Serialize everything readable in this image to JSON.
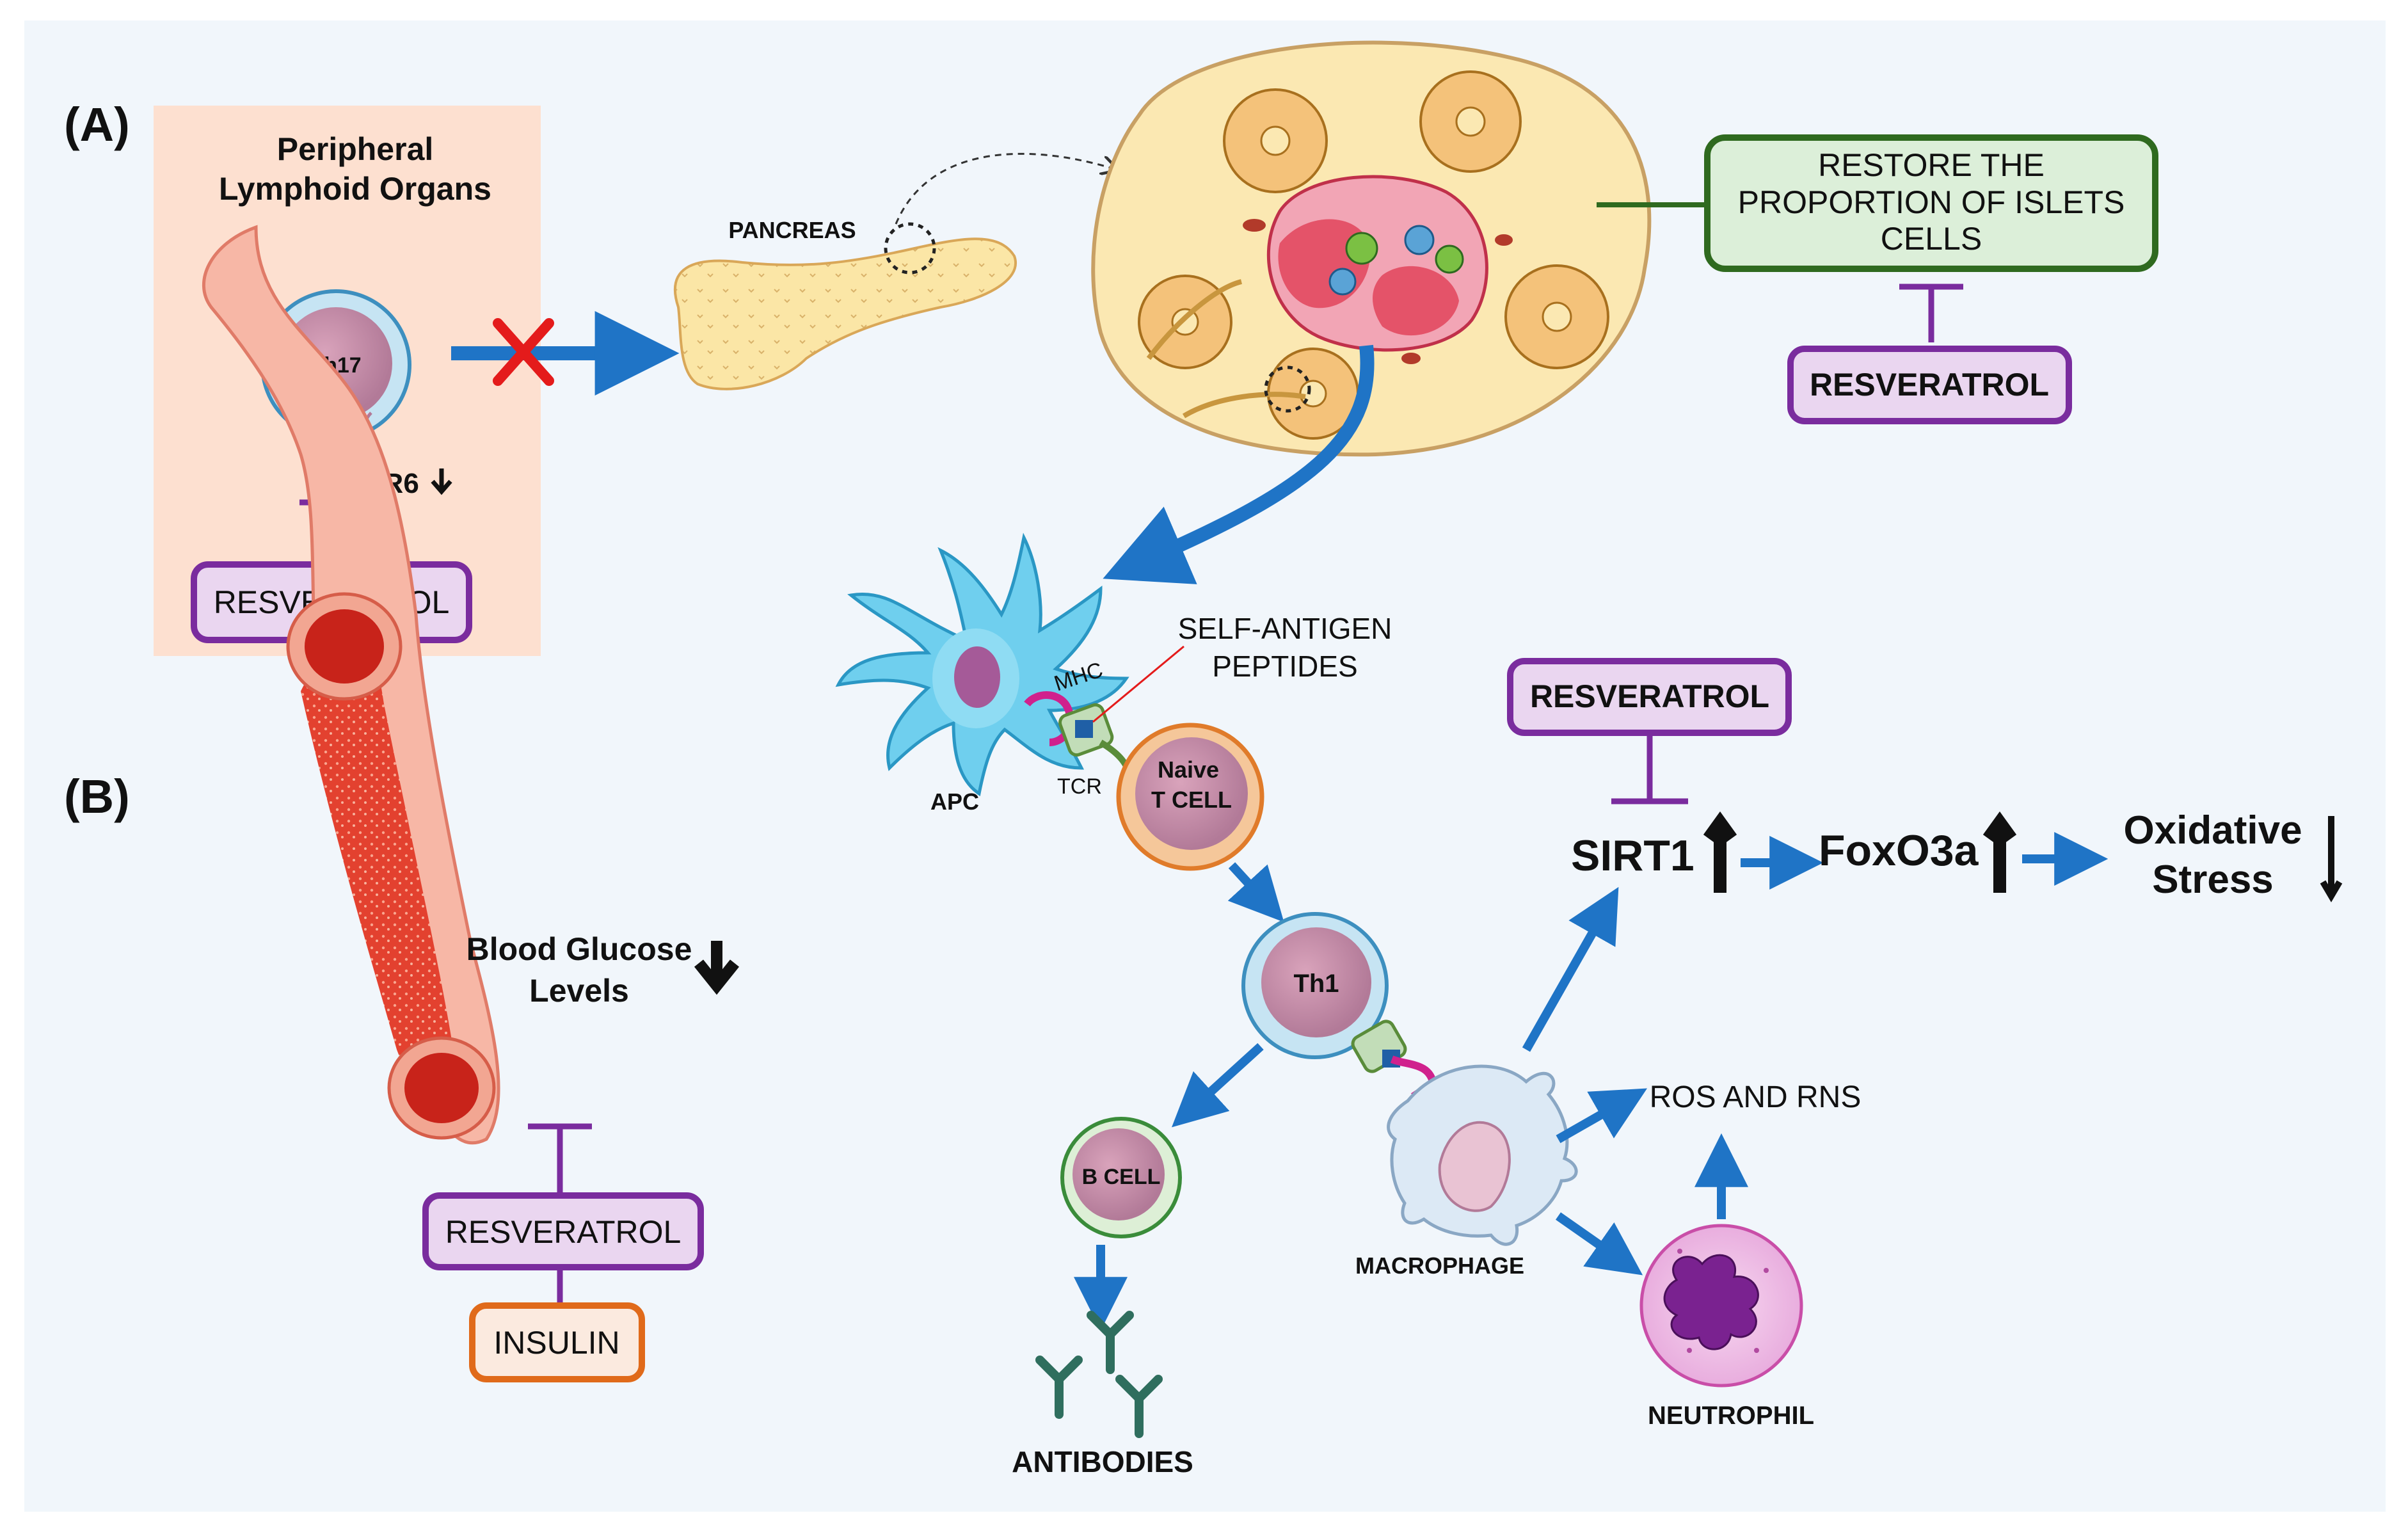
{
  "panel_labels": {
    "a": "(A)",
    "b": "(B)"
  },
  "labels": {
    "peripheral_line1": "Peripheral",
    "peripheral_line2": "Lymphoid Organs",
    "th17": "Th17",
    "ccr6": "CCR6",
    "pancreas": "PANCREAS",
    "restore_line1": "RESTORE THE",
    "restore_line2": "PROPORTION OF ISLETS",
    "restore_line3": "CELLS",
    "self_antigen_line1": "SELF-ANTIGEN",
    "self_antigen_line2": "PEPTIDES",
    "mhc": "MHC",
    "tcr": "TCR",
    "apc": "APC",
    "naive_line1": "Naive",
    "naive_line2": "T CELL",
    "th1": "Th1",
    "b_cell": "B CELL",
    "antibodies": "ANTIBODIES",
    "macrophage": "MACROPHAGE",
    "neutrophil": "NEUTROPHIL",
    "ros_rns": "ROS AND RNS",
    "blood_glucose_line1": "Blood Glucose",
    "blood_glucose_line2": "Levels",
    "sirt1": "SIRT1",
    "foxo3a": "FoxO3a",
    "oxidative_line1": "Oxidative",
    "oxidative_line2": "Stress"
  },
  "resveratrol_boxes": {
    "lymphoid": "RESVERATROL",
    "islets": "RESVERATROL",
    "sirt1": "RESVERATROL",
    "glucose": "RESVERATROL"
  },
  "insulin_box": "INSULIN",
  "colors": {
    "background": "#f1f6fb",
    "arrow_blue": "#1f74c6",
    "resveratrol_border": "#7a2c9e",
    "resveratrol_fill": "#ead6f0",
    "insulin_border": "#e06a1a",
    "restore_border": "#2f6a1f",
    "restore_fill": "#dcefd9",
    "lymphoid_panel": "#fde0d0",
    "block_x": "#e41b1b"
  }
}
